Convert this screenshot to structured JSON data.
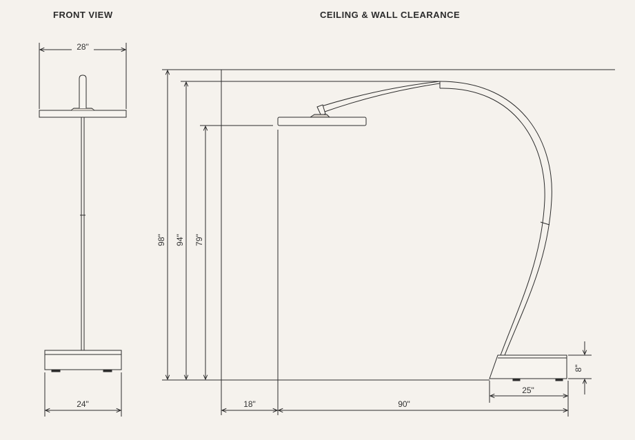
{
  "titles": {
    "front_view": "FRONT VIEW",
    "clearance": "CEILING & WALL CLEARANCE"
  },
  "dimensions": {
    "shade_width": "28\"",
    "base_width": "24\"",
    "ceiling_height": "98\"",
    "lamp_height": "94\"",
    "shade_height": "79\"",
    "wall_clearance": "18\"",
    "reach": "90\"",
    "base_depth": "25\"",
    "base_height": "8\""
  },
  "colors": {
    "background": "#f5f2ed",
    "line": "#2b2b2b",
    "lamp_fill": "#f7f4ef"
  }
}
